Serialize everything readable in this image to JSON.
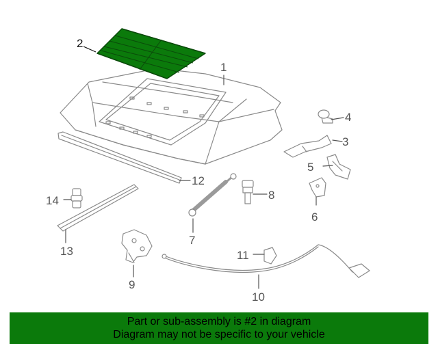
{
  "callouts": {
    "c1": "1",
    "c2": "2",
    "c3": "3",
    "c4": "4",
    "c5": "5",
    "c6": "6",
    "c7": "7",
    "c8": "8",
    "c9": "9",
    "c10": "10",
    "c11": "11",
    "c12": "12",
    "c13": "13",
    "c14": "14"
  },
  "footer": {
    "line1": "Part or sub-assembly is #2 in diagram",
    "line2": "Diagram may not be specific to your vehicle"
  },
  "colors": {
    "highlight_fill": "#0b7a0b",
    "line": "#8a8a8a",
    "banner": "#0b7a0b"
  }
}
